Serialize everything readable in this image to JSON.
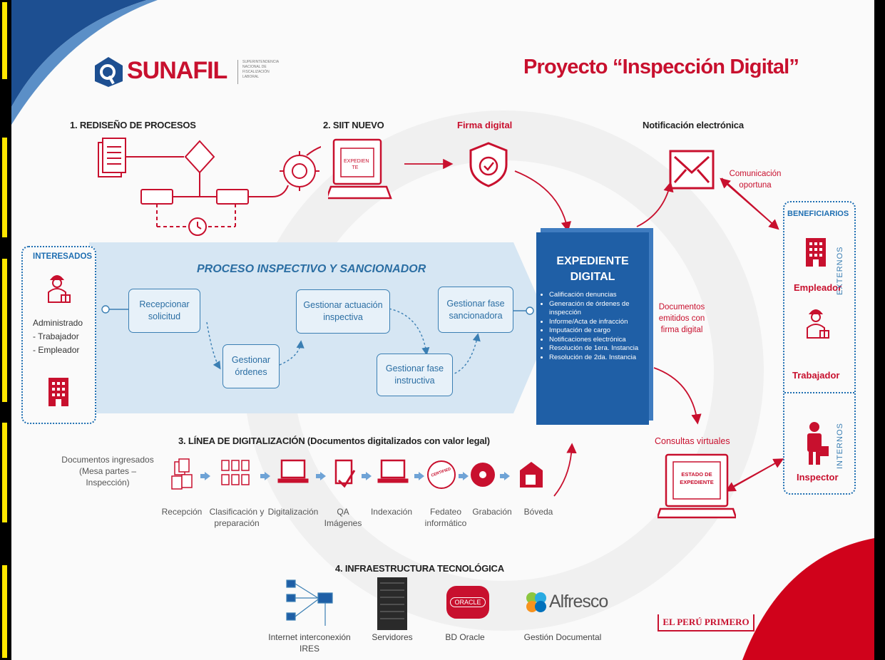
{
  "title": "Proyecto “Inspección Digital”",
  "logo": {
    "name": "SUNAFIL",
    "tagline": "SUPERINTENDENCIA NACIONAL DE FISCALIZACIÓN LABORAL"
  },
  "sections": {
    "s1": "1. REDISEÑO DE PROCESOS",
    "s2": "2. SIIT NUEVO",
    "s3": "3. LÍNEA DE DIGITALIZACIÓN (Documentos digitalizados  con valor legal)",
    "s4": "4. INFRAESTRUCTURA TECNOLÓGICA"
  },
  "laptop_screen": "EXPEDIEN TE",
  "firma": "Firma digital",
  "notificacion": "Notificación electrónica",
  "comunicacion": "Comunicación oportuna",
  "interesados": {
    "title": "INTERESADOS",
    "line1": "Administrado",
    "line2": "- Trabajador",
    "line3": "- Empleador"
  },
  "process": {
    "title": "PROCESO INSPECTIVO Y SANCIONADOR",
    "steps": [
      "Recepcionar solicitud",
      "Gestionar órdenes",
      "Gestionar actuación inspectiva",
      "Gestionar fase instructiva",
      "Gestionar fase sancionadora"
    ]
  },
  "expediente": {
    "title1": "EXPEDIENTE",
    "title2": "DIGITAL",
    "items": [
      "Calificación denuncias",
      "Generación de órdenes de inspección",
      "Informe/Acta de infracción",
      "Imputación de cargo",
      "Notificaciones electrónica",
      "Resolución de 1era. Instancia",
      "Resolución de 2da. Instancia"
    ]
  },
  "documentos_emitidos": "Documentos emitidos con firma digital",
  "consultas": "Consultas virtuales",
  "estado": "ESTADO DE EXPEDIENTE",
  "beneficiarios": {
    "title": "BENEFICIARIOS",
    "empleador": "Empleador",
    "trabajador": "Trabajador",
    "inspector": "Inspector",
    "externos": "EXTERNOS",
    "internos": "INTERNOS"
  },
  "digitalizacion": {
    "input": "Documentos ingresados (Mesa partes – Inspección)",
    "steps": [
      "Recepción",
      "Clasificación y preparación",
      "Digitalización",
      "QA Imágenes",
      "Indexación",
      "Fedateo informático",
      "Grabación",
      "Bóveda"
    ],
    "certified": "CERTIFIED"
  },
  "infra": {
    "items": [
      "Internet interconexión IRES",
      "Servidores",
      "BD Oracle",
      "Gestión Documental"
    ],
    "oracle": "ORACLE",
    "alfresco": "Alfresco"
  },
  "footer": "EL PERÚ PRIMERO",
  "colors": {
    "red": "#c8102e",
    "blue": "#1f6fb2",
    "navy": "#1d4f91"
  }
}
